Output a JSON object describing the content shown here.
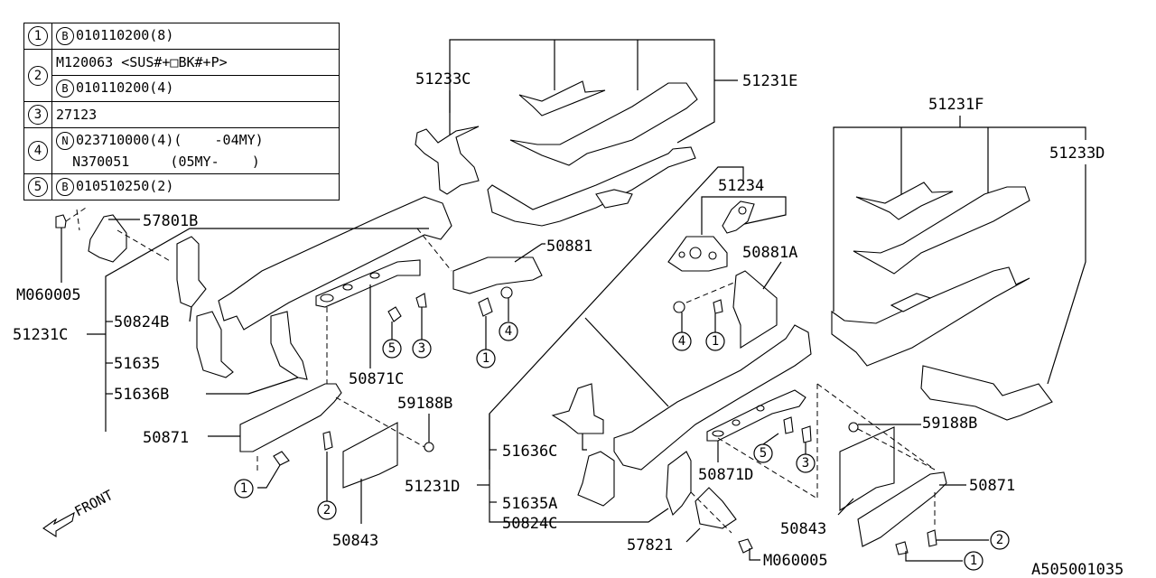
{
  "legend": {
    "rows": [
      {
        "ref": "1",
        "lines": [
          {
            "prefix": "B",
            "text": "010110200(8)"
          }
        ]
      },
      {
        "ref": "2",
        "lines": [
          {
            "prefix": "",
            "text": "M120063 <SUS#+□BK#+P>"
          },
          {
            "prefix": "B",
            "text": "010110200(4)"
          }
        ]
      },
      {
        "ref": "3",
        "lines": [
          {
            "prefix": "",
            "text": "27123"
          }
        ]
      },
      {
        "ref": "4",
        "lines": [
          {
            "prefix": "N",
            "text": "023710000(4)(    -04MY)"
          },
          {
            "prefix": "",
            "text": "N370051     (05MY-    )"
          }
        ]
      },
      {
        "ref": "5",
        "lines": [
          {
            "prefix": "B",
            "text": "010510250(2)"
          }
        ]
      }
    ]
  },
  "labels": {
    "p51233C": "51233C",
    "p51231E": "51231E",
    "p51231F": "51231F",
    "p51233D": "51233D",
    "p51234": "51234",
    "p57801B": "57801B",
    "pM060005_left": "M060005",
    "p51231C": "51231C",
    "p50824B": "50824B",
    "p51635": "51635",
    "p51636B": "51636B",
    "p50881": "50881",
    "p50881A": "50881A",
    "p50871C": "50871C",
    "p50871_left": "50871",
    "p59188B_left": "59188B",
    "p50843_left": "50843",
    "p51231D": "51231D",
    "p51636C": "51636C",
    "p51635A": "51635A",
    "p50824C": "50824C",
    "p57821": "57821",
    "pM060005_right": "M060005",
    "p50871D": "50871D",
    "p59188B_right": "59188B",
    "p50871_right": "50871",
    "p50843_right": "50843",
    "diagram_id": "A505001035"
  },
  "callouts": {
    "c5_left": "5",
    "c3_left": "3",
    "c1_mid": "1",
    "c4_mid": "4",
    "c4_right": "4",
    "c1_right": "1",
    "c1_lowleft": "1",
    "c2_lowleft": "2",
    "c5_right": "5",
    "c3_right": "3",
    "c2_lowright": "2",
    "c1_lowright": "1"
  },
  "front_marker": {
    "text": "FRONT",
    "icon": "arrow-front-icon"
  }
}
